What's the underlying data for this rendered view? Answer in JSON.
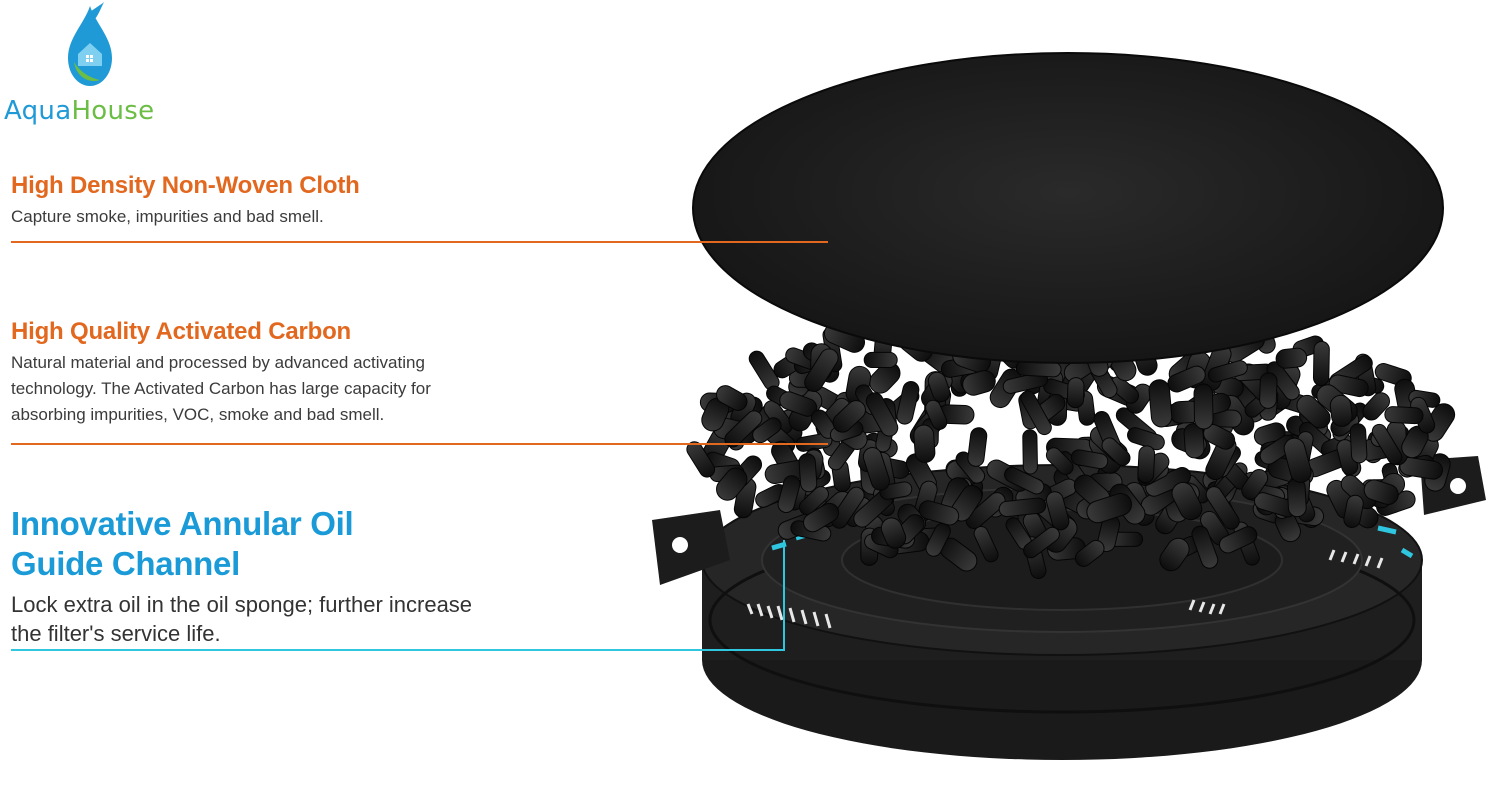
{
  "brand": {
    "name_part1": "Aqua",
    "name_part2": "House",
    "colors": {
      "blue": "#1f9ad6",
      "green": "#6cbd45"
    },
    "icon": "water-drop-house-icon"
  },
  "layers": [
    {
      "title": "High Density Non-Woven Cloth",
      "description_lines": [
        "Capture smoke, impurities and bad smell."
      ]
    },
    {
      "title": "High Quality Activated Carbon",
      "description_lines": [
        "Natural material and processed by advanced activating",
        "technology.  The Activated Carbon has large capacity for",
        "absorbing impurities, VOC, smoke and bad smell."
      ]
    },
    {
      "title_lines": [
        "Innovative Annular Oil",
        "Guide Channel"
      ],
      "description_lines": [
        "Lock extra oil in the oil sponge; further increase",
        "the filter's service life."
      ]
    }
  ],
  "colors": {
    "orange": "#e2681f",
    "blue": "#1a9bd7",
    "cyan_accent": "#2fc6df"
  }
}
